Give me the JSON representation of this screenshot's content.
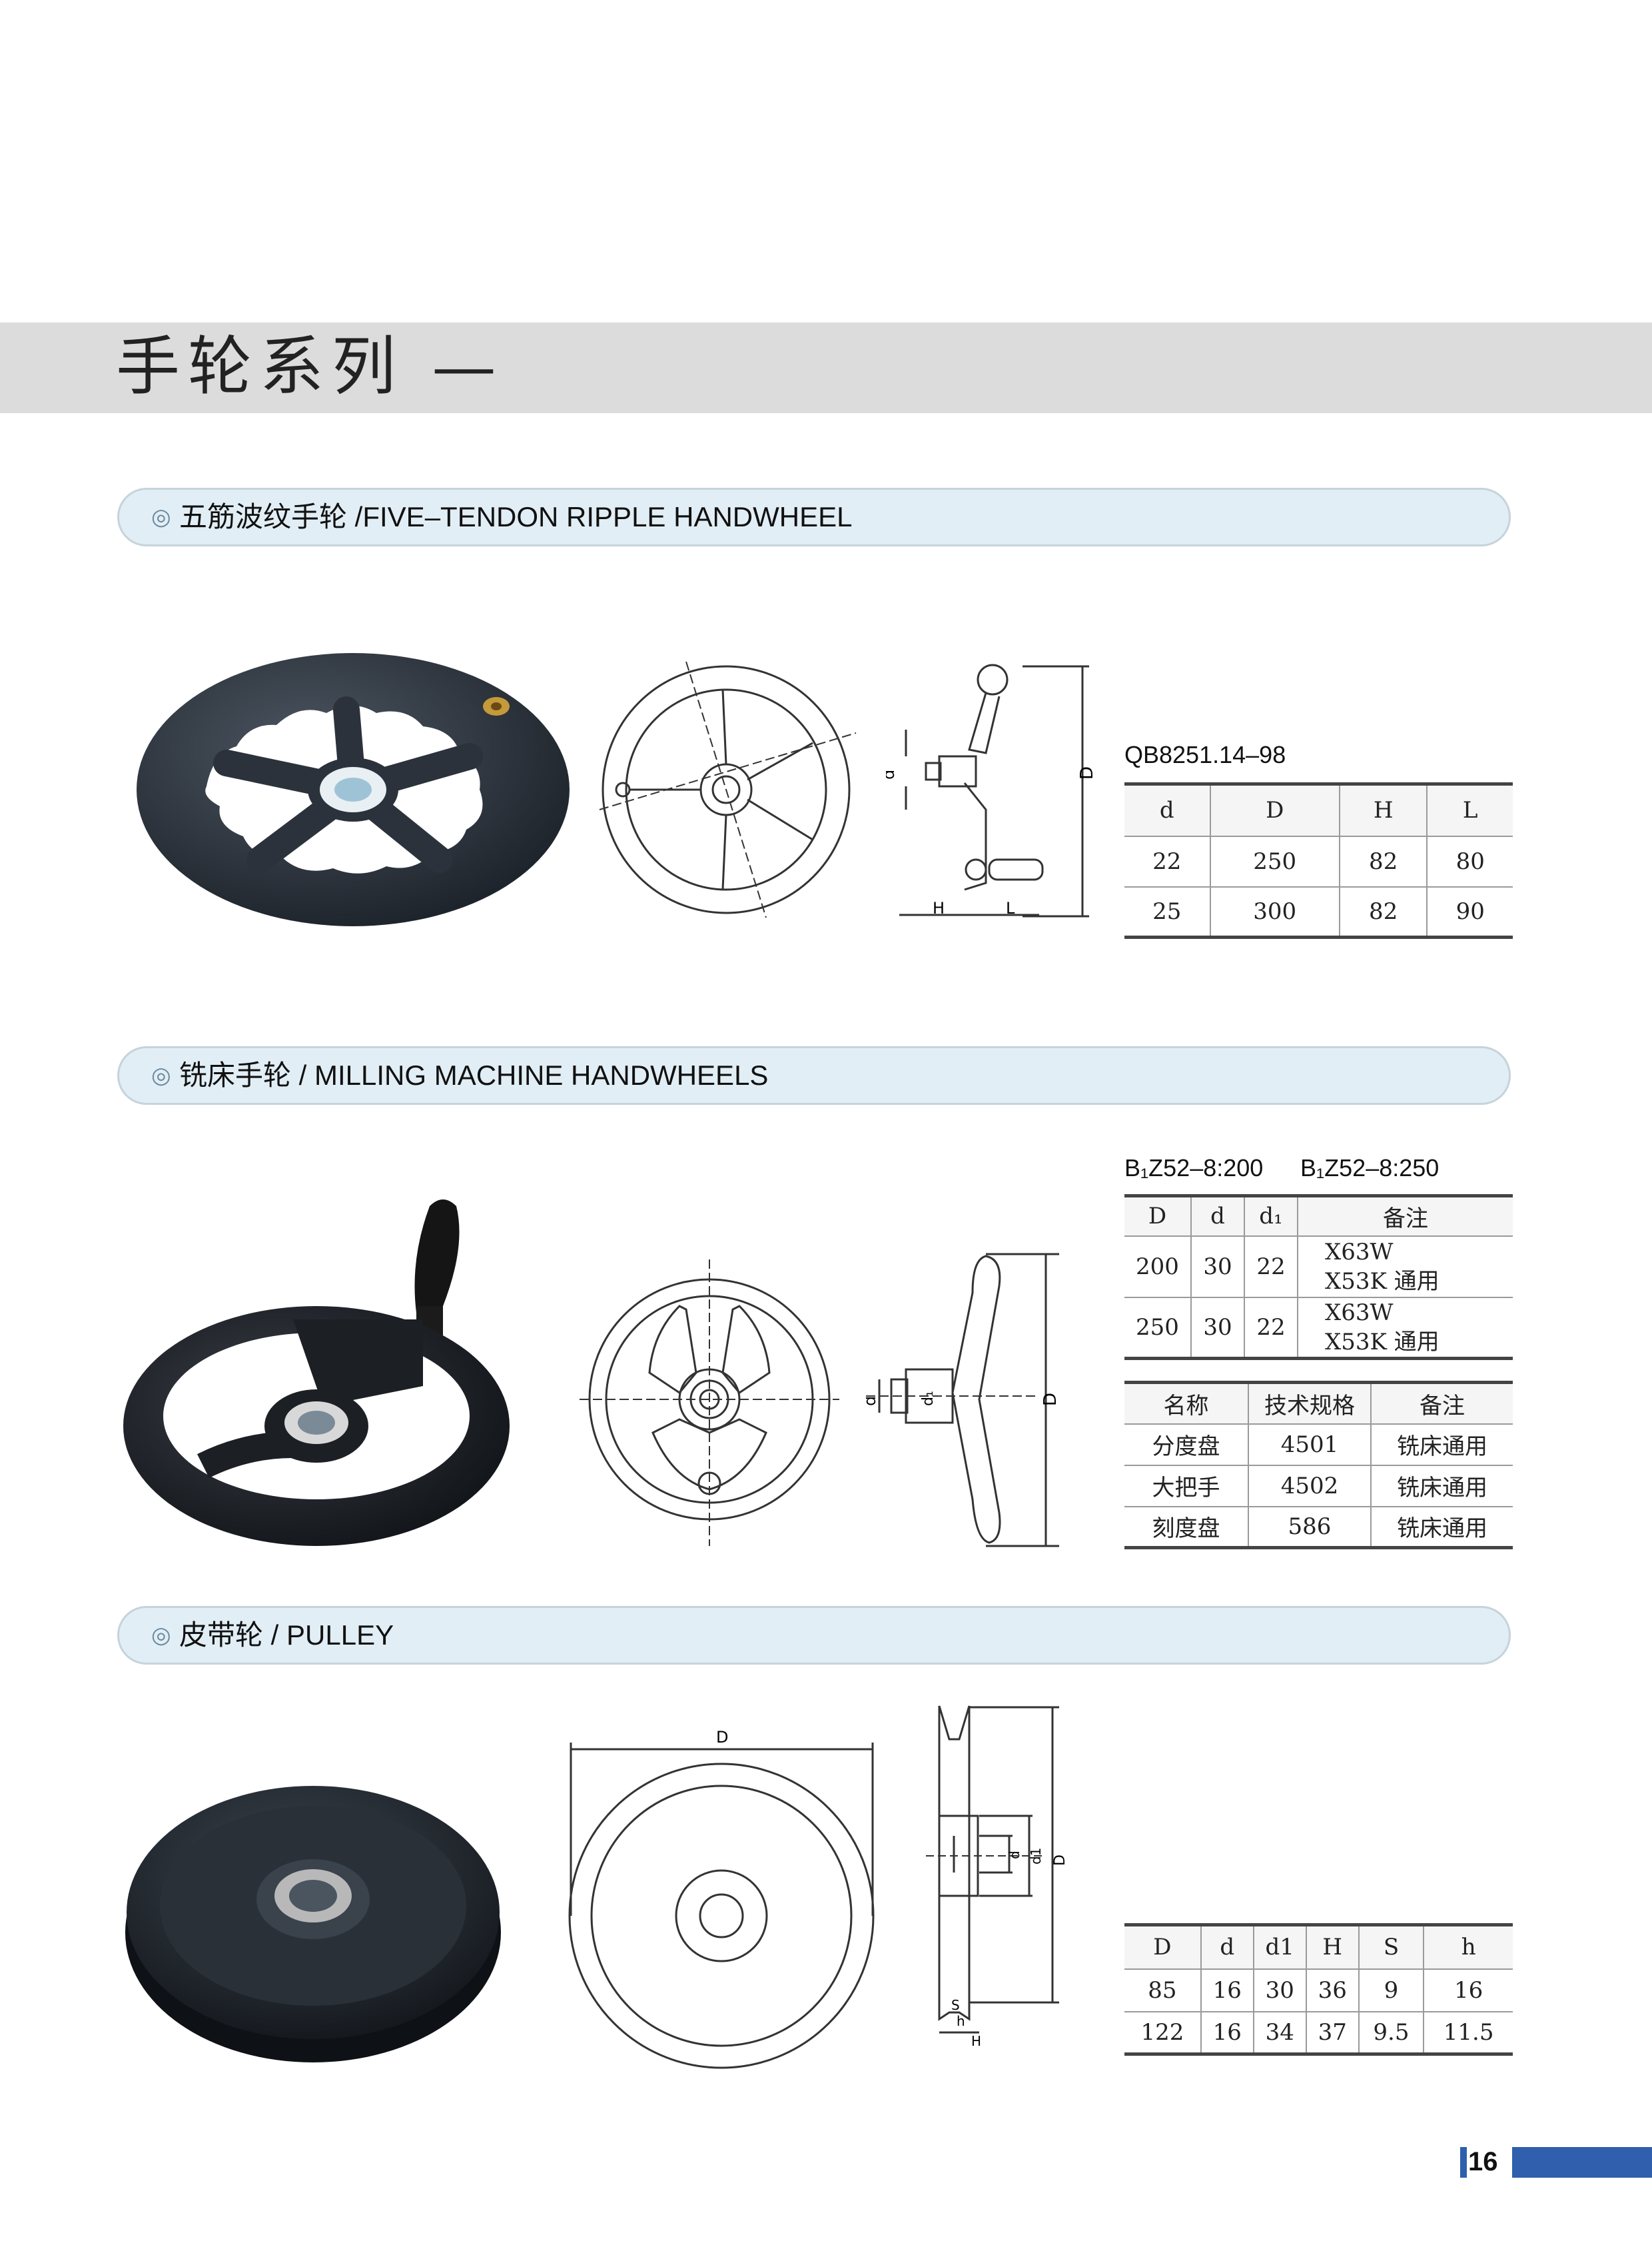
{
  "page": {
    "title": "手轮系列 —",
    "page_number": "16"
  },
  "sections": [
    {
      "heading": "五筋波纹手轮 /FIVE–TENDON RIPPLE HANDWHEEL",
      "code": "QB8251.14–98",
      "drawing_labels": {
        "d": "d",
        "D": "D",
        "H": "H",
        "L": "L"
      },
      "table": {
        "columns": [
          "d",
          "D",
          "H",
          "L"
        ],
        "rows": [
          [
            "22",
            "250",
            "82",
            "80"
          ],
          [
            "25",
            "300",
            "82",
            "90"
          ]
        ]
      }
    },
    {
      "heading": "铣床手轮 / MILLING MACHINE HANDWHEELS",
      "code_a": "B₁Z52–8:200",
      "code_b": "B₁Z52–8:250",
      "drawing_labels": {
        "d": "d",
        "d1": "d₁",
        "D": "D"
      },
      "table1": {
        "columns": [
          "D",
          "d",
          "d₁",
          "备注"
        ],
        "rows": [
          {
            "D": "200",
            "d": "30",
            "d1": "22",
            "note1": "X63W",
            "note2": "X53K  通用"
          },
          {
            "D": "250",
            "d": "30",
            "d1": "22",
            "note1": "X63W",
            "note2": "X53K 通用"
          }
        ]
      },
      "table2": {
        "columns": [
          "名称",
          "技术规格",
          "备注"
        ],
        "rows": [
          [
            "分度盘",
            "4501",
            "铣床通用"
          ],
          [
            "大把手",
            "4502",
            "铣床通用"
          ],
          [
            "刻度盘",
            "586",
            "铣床通用"
          ]
        ]
      }
    },
    {
      "heading": "皮带轮 / PULLEY",
      "drawing_labels": {
        "D": "D",
        "d": "d",
        "d1": "d1",
        "S": "S",
        "h": "h",
        "H": "H"
      },
      "table": {
        "columns": [
          "D",
          "d",
          "d1",
          "H",
          "S",
          "h"
        ],
        "rows": [
          [
            "85",
            "16",
            "30",
            "36",
            "9",
            "16"
          ],
          [
            "122",
            "16",
            "34",
            "37",
            "9.5",
            "11.5"
          ]
        ]
      }
    }
  ],
  "colors": {
    "accent": "#2f5fad",
    "section_bar": "#e2eef5",
    "title_band": "#dcdcdc"
  }
}
